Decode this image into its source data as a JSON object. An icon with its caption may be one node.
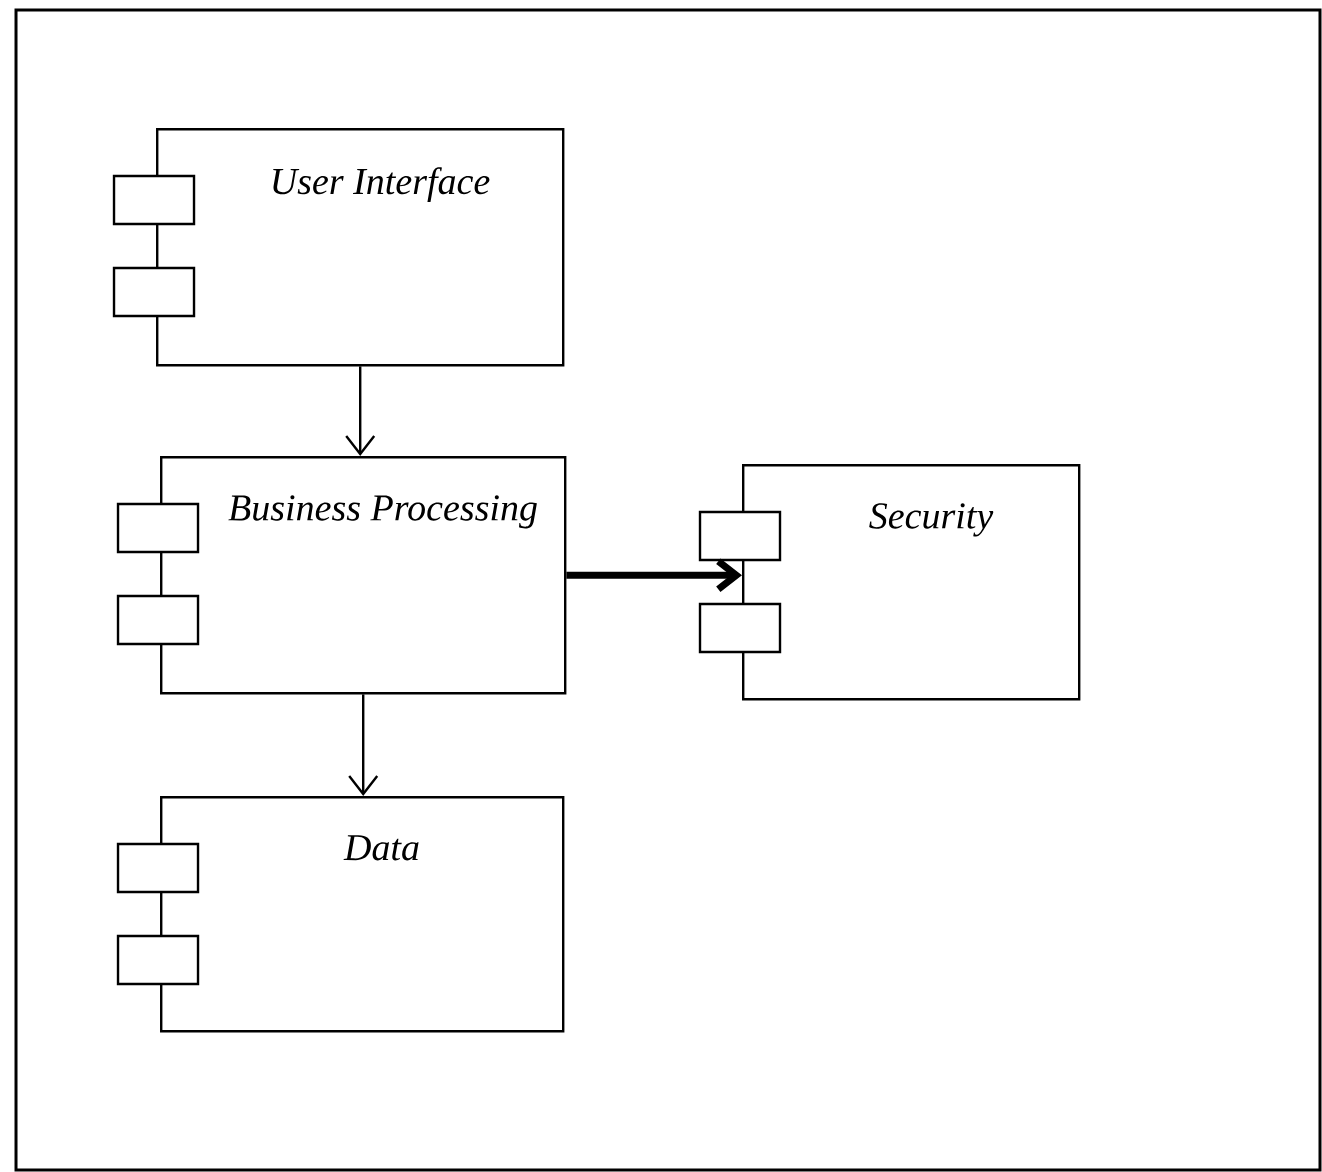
{
  "diagram": {
    "nodes": [
      {
        "text": [
          "User Interface"
        ]
      },
      {
        "text": [
          "Business Processing"
        ]
      },
      {
        "text": [
          "Data"
        ]
      },
      {
        "text": [
          "Security"
        ]
      }
    ],
    "edges": [
      {
        "from": 0,
        "to": 1,
        "arrow": "to"
      },
      {
        "from": 1,
        "to": 2,
        "arrow": "to"
      },
      {
        "from": 1,
        "to": 3,
        "arrow": "to",
        "style": "thick"
      }
    ]
  }
}
